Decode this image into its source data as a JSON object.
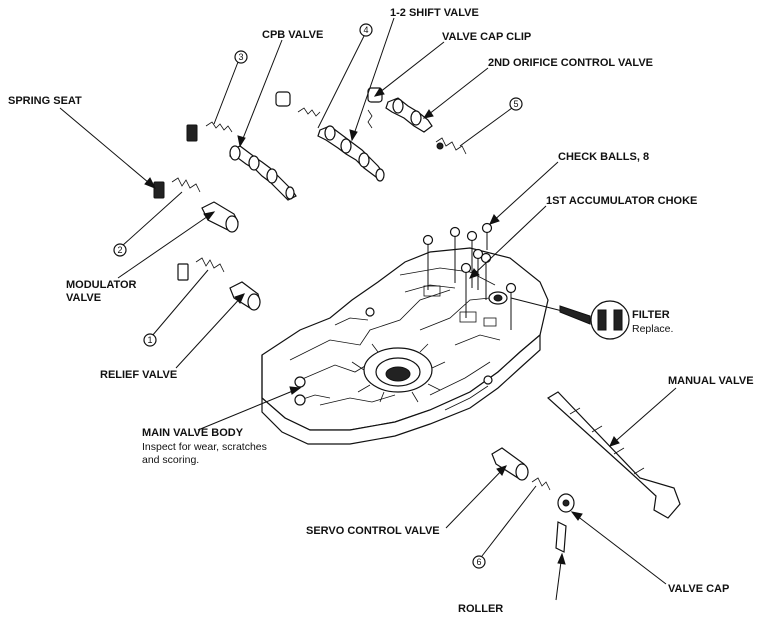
{
  "labels": {
    "spring_seat": "SPRING SEAT",
    "cpb_valve": "CPB VALVE",
    "shift_valve_12": "1-2 SHIFT VALVE",
    "valve_cap_clip": "VALVE CAP CLIP",
    "orifice_control_valve": "2ND ORIFICE CONTROL VALVE",
    "check_balls": "CHECK BALLS, 8",
    "accumulator_choke": "1ST ACCUMULATOR CHOKE",
    "modulator_valve_1": "MODULATOR",
    "modulator_valve_2": "VALVE",
    "filter": "FILTER",
    "filter_note": "Replace.",
    "relief_valve": "RELIEF VALVE",
    "manual_valve": "MANUAL VALVE",
    "main_valve_body": "MAIN VALVE BODY",
    "main_valve_body_note_1": "Inspect for wear, scratches",
    "main_valve_body_note_2": "and scoring.",
    "servo_control_valve": "SERVO CONTROL VALVE",
    "valve_cap": "VALVE CAP",
    "roller": "ROLLER"
  },
  "callouts": {
    "c1": "1",
    "c2": "2",
    "c3": "3",
    "c4": "4",
    "c5": "5",
    "c6": "6"
  }
}
